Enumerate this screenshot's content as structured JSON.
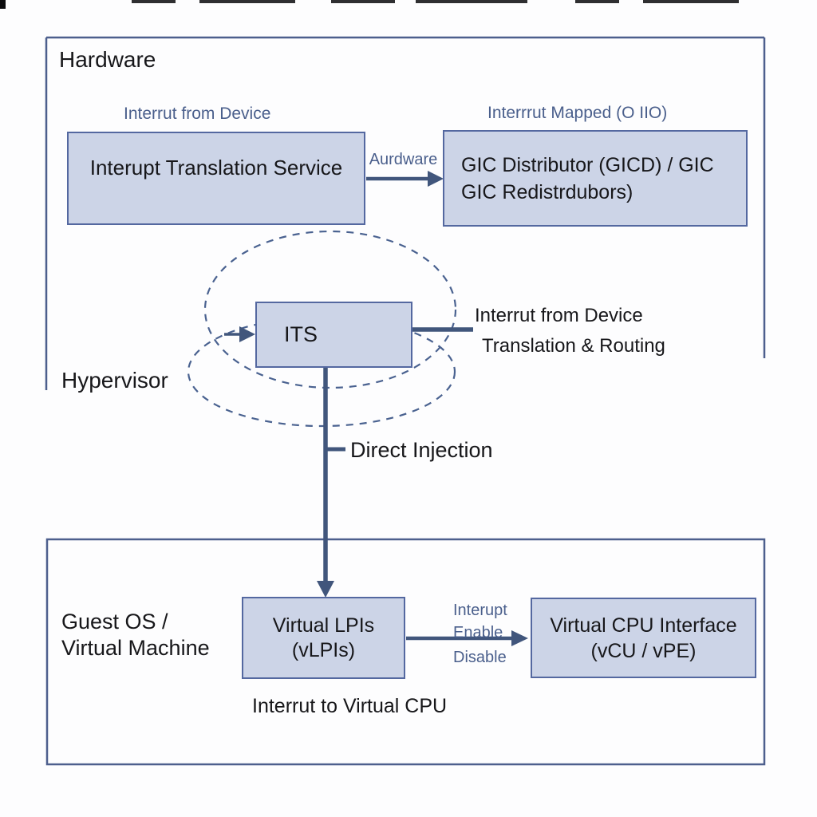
{
  "diagram": {
    "colors": {
      "box_fill": "#ccd4e7",
      "box_border": "#5468a0",
      "container_border": "#4d5f8d",
      "arrow": "#41567c",
      "caption_text": "#4a5f8c",
      "text": "#17171a"
    },
    "hardware": {
      "label": "Hardware",
      "its_service_box": {
        "caption": "Interrut from Device",
        "label": "Interupt Translation Service"
      },
      "arrow_label": "Aurdware",
      "gic_box": {
        "caption": "Interrrut Mapped (O IIO)",
        "line1": "GIC Distributor (GICD) / GIC",
        "line2": "GIC Redistrdubors)"
      }
    },
    "hypervisor": {
      "label": "Hypervisor",
      "its_box": {
        "label": "ITS"
      },
      "routing_note": {
        "line1": "Interrut from Device",
        "line2": "Translation & Routing"
      },
      "direct_injection_label": "Direct Injection"
    },
    "guest": {
      "label_line1": "Guest OS /",
      "label_line2": "Virtual Machine",
      "vlpi_box": {
        "line1": "Virtual LPIs",
        "line2": "(vLPIs)"
      },
      "enable_label": {
        "line1": "Interupt",
        "line2": "Enable",
        "line3": "Disable"
      },
      "vcpu_box": {
        "line1": "Virtual CPU Interface",
        "line2": "(vCU / vPE)"
      },
      "caption": "Interrut to Virtual CPU"
    }
  }
}
